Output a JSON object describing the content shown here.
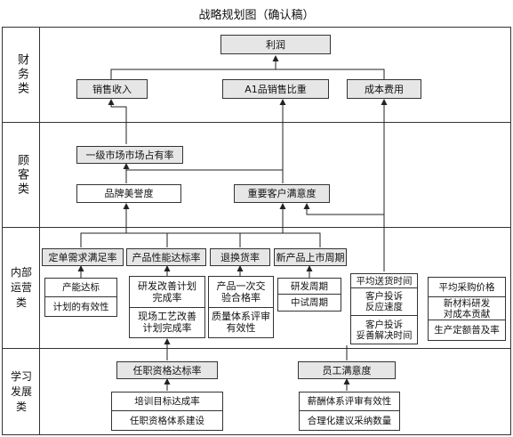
{
  "title": "战略规划图（确认稿）",
  "sections": {
    "finance": "财务类",
    "customer": "顾客类",
    "internal_line1": "内部",
    "internal_line2": "运营",
    "internal_line3": "类",
    "learning_line1": "学习",
    "learning_line2": "发展",
    "learning_line3": "类"
  },
  "finance": {
    "profit": "利润",
    "sales_income": "销售收入",
    "a1_ratio": "A1品销售比重",
    "cost": "成本费用"
  },
  "customer": {
    "market_share": "一级市场市场占有率",
    "brand_reputation": "品牌美誉度",
    "key_satisfaction": "重要客户满意度"
  },
  "internal": {
    "order_rate": "定单需求满足率",
    "order_sub1": "产能达标",
    "order_sub2": "计划的有效性",
    "perf_rate": "产品性能达标率",
    "perf_sub1_l1": "研发改善计划",
    "perf_sub1_l2": "完成率",
    "perf_sub2_l1": "现场工艺改善",
    "perf_sub2_l2": "计划完成率",
    "return_rate": "退换货率",
    "return_sub1_l1": "产品一次交",
    "return_sub1_l2": "验合格率",
    "return_sub2_l1": "质量体系评审",
    "return_sub2_l2": "有效性",
    "new_cycle": "新产品上市周期",
    "new_sub1": "研发周期",
    "new_sub2": "中试周期",
    "delivery": [
      "平均送货时间",
      "客户投诉",
      "反应速度",
      "客户投诉",
      "妥善解决时间"
    ],
    "purchase": [
      "平均采购价格",
      "新材料研发",
      "对成本贡献",
      "生产定额普及率"
    ]
  },
  "learning": {
    "qualification": "任职资格达标率",
    "qual_sub1": "培训目标达成率",
    "qual_sub2": "任职资格体系建设",
    "satisfaction": "员工满意度",
    "sat_sub1": "薪酬体系评审有效性",
    "sat_sub2": "合理化建议采纳数量"
  }
}
